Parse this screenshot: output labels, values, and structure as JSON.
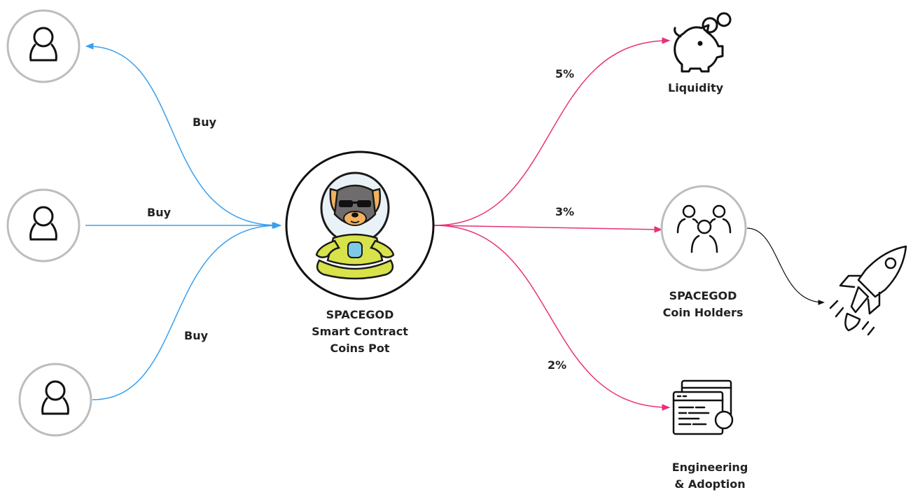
{
  "buyers": {
    "top_label": "Buy",
    "middle_label": "Buy",
    "bottom_label": "Buy"
  },
  "pot": {
    "line1": "SPACEGOD",
    "line2": "Smart Contract",
    "line3": "Coins Pot"
  },
  "outputs": {
    "liquidity": {
      "percent": "5%",
      "label": "Liquidity"
    },
    "holders": {
      "percent": "3%",
      "line1": "SPACEGOD",
      "line2": "Coin Holders"
    },
    "engineering": {
      "percent": "2%",
      "line1": "Engineering",
      "line2": "& Adoption"
    }
  },
  "colors": {
    "buy_flow": "#39a0ef",
    "fee_flow": "#e8317a",
    "holders_flow": "#111111",
    "mascot_suit": "#d8e24a",
    "mascot_face": "#6e6c6d",
    "mascot_muzzle": "#f1b15f",
    "mascot_chest": "#7ec9e8"
  }
}
